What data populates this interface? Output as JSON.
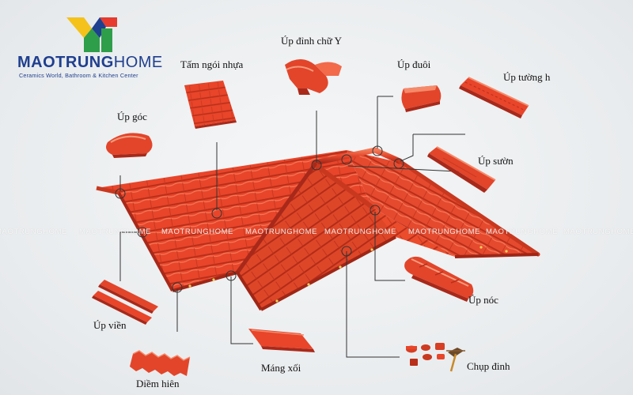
{
  "brand": {
    "name_bold": "MAOTRUNG",
    "name_light": "HOME",
    "tagline": "Ceramics World, Bathroom & Kitchen Center"
  },
  "labels": {
    "up_dinh_chu_y": "Úp đỉnh chữ Y",
    "tam_ngoi_nhua": "Tấm ngói nhựa",
    "up_duoi": "Úp đuôi",
    "up_tuong": "Úp tường h",
    "up_goc": "Úp góc",
    "up_suon": "Úp sườn",
    "up_noc": "Úp nóc",
    "up_vien": "Úp viền",
    "mang_xoi": "Máng xối",
    "diem_hien": "Diềm hiên",
    "chup_dinh": "Chụp đinh"
  },
  "watermark": [
    "MAOTRUNGHOME",
    "MAOTRUNGHOME",
    "MAOTRUNGHOME",
    "MAOTRUNGHOME",
    "MAOTRUNGHOME",
    "MAOTRUNGHOME",
    "MAOTRUNGHOME",
    "MAOTRUNGHOME"
  ],
  "colors": {
    "tile": "#e8452a",
    "tile_dark": "#b92f1a",
    "tile_light": "#f26a4a",
    "brand_blue": "#1f3f8f",
    "logo_yellow": "#f4c21a",
    "logo_red": "#e63b2e",
    "logo_green": "#2e9e4a",
    "leader": "#333333"
  }
}
